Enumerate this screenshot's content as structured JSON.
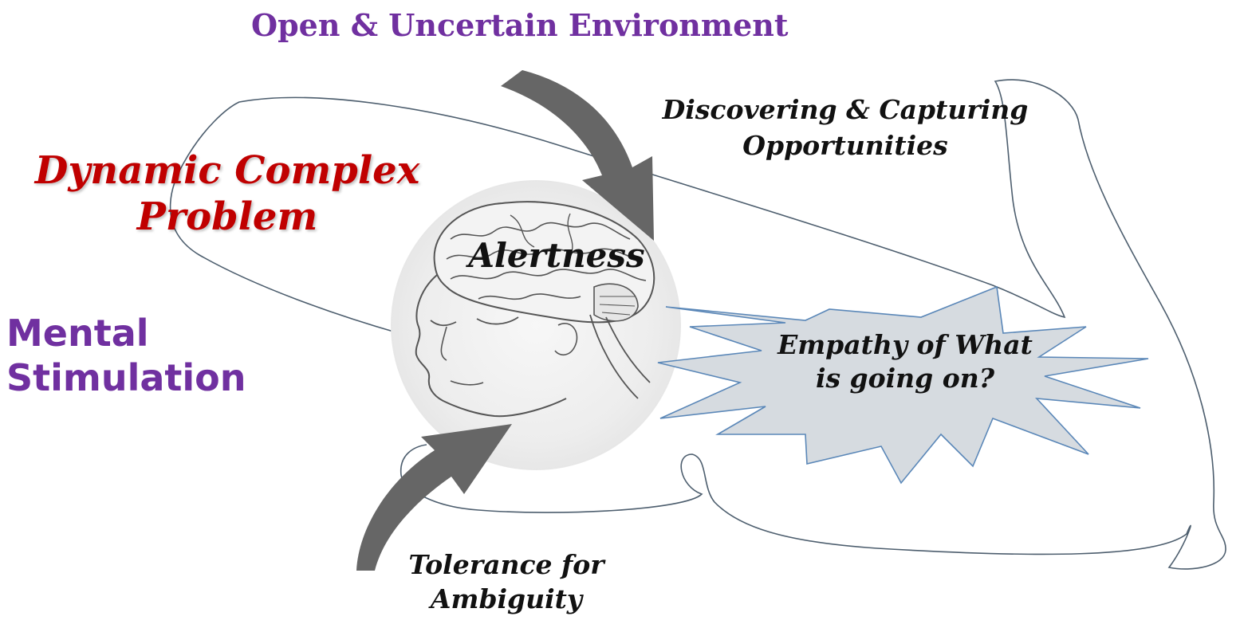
{
  "labels": {
    "environment": "Open & Uncertain Environment",
    "problem": "Dynamic Complex Problem",
    "stimulation": "Mental Stimulation",
    "opportunities": "Discovering & Capturing Opportunities",
    "alertness": "Alertness",
    "empathy": "Empathy of What is going on?",
    "ambiguity": "Tolerance for Ambiguity"
  },
  "colors": {
    "purple": "#7030a0",
    "dark_red": "#c00000",
    "arrow_gray": "#666666",
    "star_fill": "#d6dbe0",
    "star_stroke": "#5a87b8",
    "halo": "#ececec",
    "outline": "#5a6b7a"
  },
  "icons": {
    "brain": "head-with-brain-icon",
    "burst": "starburst-callout"
  }
}
